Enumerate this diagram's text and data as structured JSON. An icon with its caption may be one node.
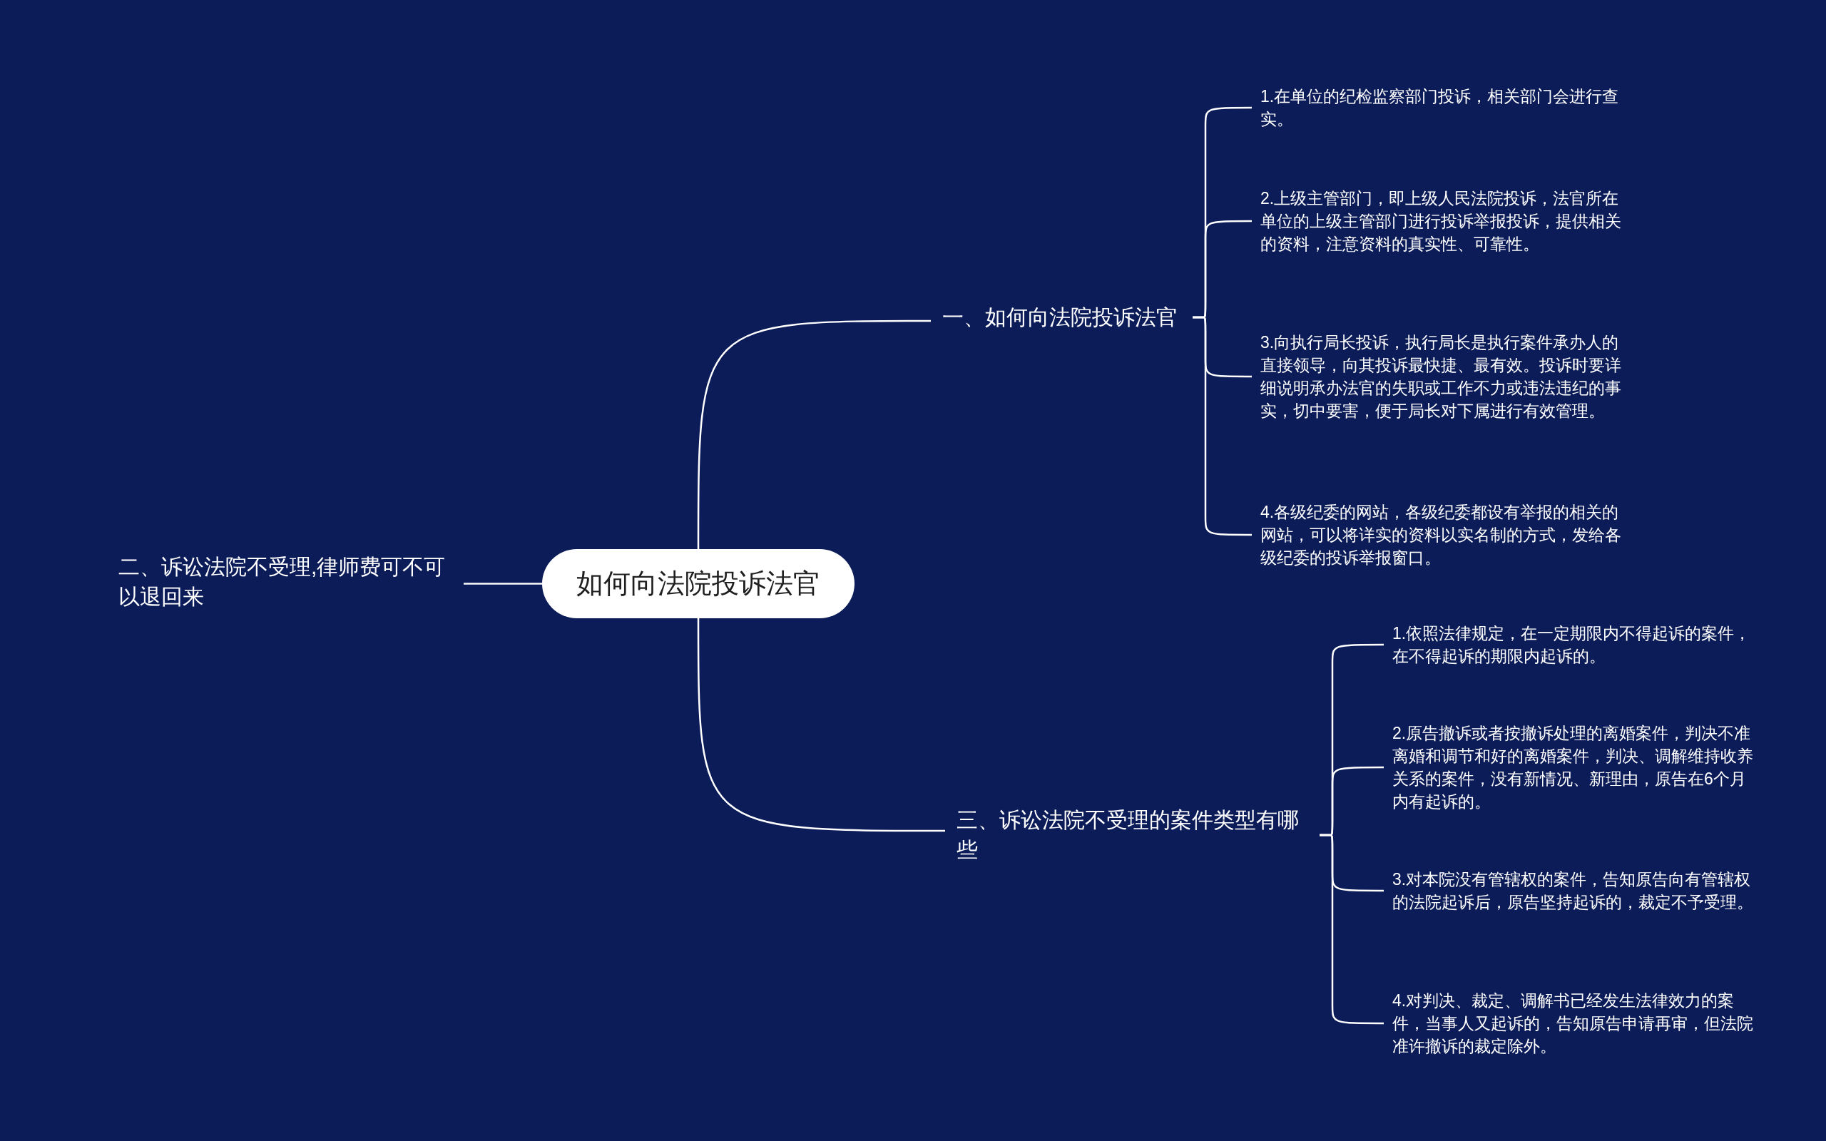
{
  "diagram": {
    "nodes": [
      {
        "text": [
          "如何向法院投诉法官"
        ]
      },
      {
        "text": [
          "二、诉讼法院不受理,律师费可不可以退回来"
        ]
      },
      {
        "text": [
          "一、如何向法院投诉法官"
        ]
      },
      {
        "text": [
          "1.在单位的纪检监察部门投诉，相关部门会进行查实。"
        ]
      },
      {
        "text": [
          "2.上级主管部门，即上级人民法院投诉，法官所在单位的上级主管部门进行投诉举报投诉，提供相关的资料，注意资料的真实性、可靠性。"
        ]
      },
      {
        "text": [
          "3.向执行局长投诉，执行局长是执行案件承办人的直接领导，向其投诉最快捷、最有效。投诉时要详细说明承办法官的失职或工作不力或违法违纪的事实，切中要害，便于局长对下属进行有效管理。"
        ]
      },
      {
        "text": [
          "4.各级纪委的网站，各级纪委都设有举报的相关的网站，可以将详实的资料以实名制的方式，发给各级纪委的投诉举报窗口。"
        ]
      },
      {
        "text": [
          "三、诉讼法院不受理的案件类型有哪些"
        ]
      },
      {
        "text": [
          "1.依照法律规定，在一定期限内不得起诉的案件，在不得起诉的期限内起诉的。"
        ]
      },
      {
        "text": [
          "2.原告撤诉或者按撤诉处理的离婚案件，判决不准离婚和调节和好的离婚案件，判决、调解维持收养关系的案件，没有新情况、新理由，原告在6个月内有起诉的。"
        ]
      },
      {
        "text": [
          "3.对本院没有管辖权的案件，告知原告向有管辖权的法院起诉后，原告坚持起诉的，裁定不予受理。"
        ]
      },
      {
        "text": [
          "4.对判决、裁定、调解书已经发生法律效力的案件，当事人又起诉的，告知原告申请再审，但法院准许撤诉的裁定除外。"
        ]
      }
    ],
    "edges": [
      {
        "from": 0,
        "to": 1,
        "arrow": "none"
      },
      {
        "from": 0,
        "to": 2,
        "arrow": "none"
      },
      {
        "from": 2,
        "to": 3,
        "arrow": "none"
      },
      {
        "from": 2,
        "to": 4,
        "arrow": "none"
      },
      {
        "from": 2,
        "to": 5,
        "arrow": "none"
      },
      {
        "from": 2,
        "to": 6,
        "arrow": "none"
      },
      {
        "from": 0,
        "to": 7,
        "arrow": "none"
      },
      {
        "from": 7,
        "to": 8,
        "arrow": "none"
      },
      {
        "from": 7,
        "to": 9,
        "arrow": "none"
      },
      {
        "from": 7,
        "to": 10,
        "arrow": "none"
      },
      {
        "from": 7,
        "to": 11,
        "arrow": "none"
      }
    ]
  }
}
